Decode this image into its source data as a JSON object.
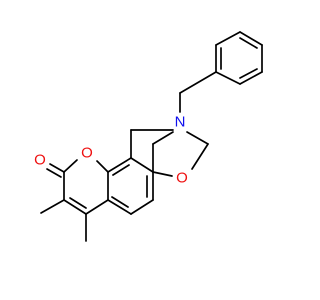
{
  "structure": {
    "bond_color": "#000000",
    "atoms": [
      {
        "id": "N8",
        "element": "N",
        "label": "N",
        "color": "#1010ee"
      },
      {
        "id": "O7",
        "element": "O",
        "label": "O",
        "color": "#ee1010"
      },
      {
        "id": "O1",
        "element": "O",
        "label": "O",
        "color": "#ee1010"
      },
      {
        "id": "O2",
        "element": "O",
        "label": "O",
        "color": "#ee1010"
      }
    ]
  }
}
